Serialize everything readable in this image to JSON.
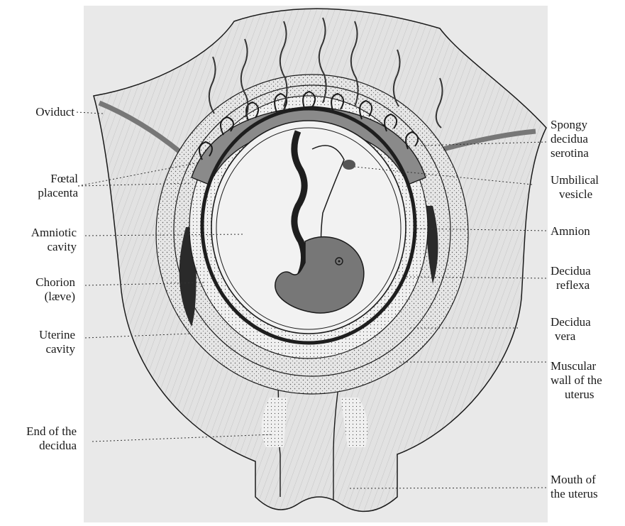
{
  "labels": {
    "left": {
      "oviduct": [
        "Oviduct"
      ],
      "foetal_placenta": [
        "Fœtal",
        "placenta"
      ],
      "amniotic_cavity": [
        "Amniotic",
        "cavity"
      ],
      "chorion_laeve": [
        "Chorion",
        "(læve)"
      ],
      "uterine_cavity": [
        "Uterine",
        "cavity"
      ],
      "end_of_decidua": [
        "End of the",
        "decidua"
      ]
    },
    "right": {
      "spongy_decidua_serotina": [
        "Spongy",
        "decidua",
        "serotina"
      ],
      "umbilical_vesicle": [
        "Umbilical",
        "vesicle"
      ],
      "amnion": [
        "Amnion"
      ],
      "decidua_reflexa": [
        "Decidua",
        "reflexa"
      ],
      "decidua_vera": [
        "Decidua",
        "vera"
      ],
      "muscular_wall": [
        "Muscular",
        "wall of the",
        "uterus"
      ],
      "mouth_of_uterus": [
        "Mouth of",
        "the uterus"
      ]
    }
  },
  "colors": {
    "background_panel": "#e9e9e9",
    "uterine_wall": "#dcdcdc",
    "decidua": "#e4e4e4",
    "placenta": "#8a8a8a",
    "dark_tissue": "#1e1e1e",
    "line": "#1a1a1a"
  }
}
